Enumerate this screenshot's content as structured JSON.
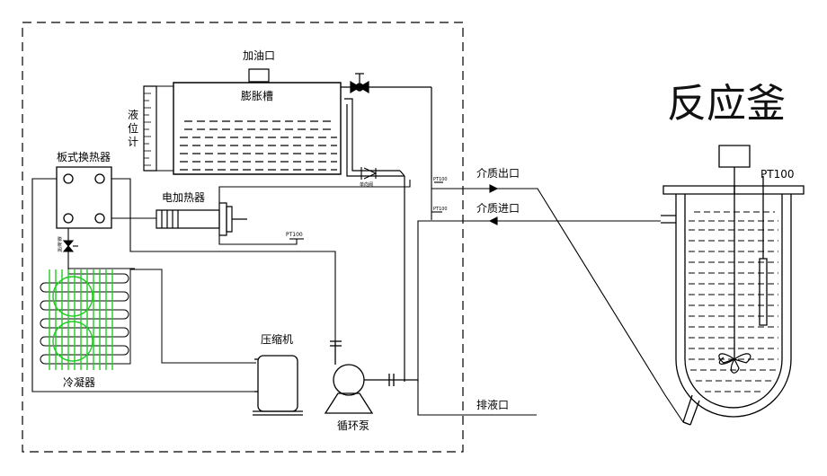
{
  "labels": {
    "oil_inlet": "加油口",
    "expansion_tank": "膨胀槽",
    "level_gauge": "液\n位\n计",
    "check_valve": "单向阀",
    "plate_heat_exchanger": "板式换热器",
    "electric_heater": "电加热器",
    "expansion_valve": "膨\n胀\n阀",
    "pt100_small": "PT100",
    "condenser": "冷凝器",
    "compressor": "压缩机",
    "circulation_pump": "循环泵",
    "medium_outlet": "介质出口",
    "medium_inlet": "介质进口",
    "drain_outlet": "排液口",
    "reactor": "反应釜",
    "reactor_pt100": "PT100"
  },
  "colors": {
    "line": "#000000",
    "condenser_fins": "#22cc22"
  }
}
